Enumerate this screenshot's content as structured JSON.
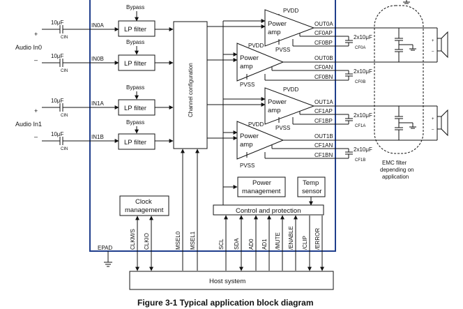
{
  "audio_in0": "Audio In0",
  "audio_in1": "Audio In1",
  "plus": "+",
  "minus": "–",
  "cap_value": "10μF",
  "cin": "CIN",
  "inputs": [
    "IN0A",
    "IN0B",
    "IN1A",
    "IN1B"
  ],
  "bypass": "Bypass",
  "lp_filter": "LP filter",
  "channel_config": "Channel configuration",
  "pvdd": "PVDD",
  "pvss": "PVSS",
  "power_amp_line1": "Power",
  "power_amp_line2": "amp",
  "outputs": [
    "OUT0A",
    "OUT0B",
    "OUT1A",
    "OUT1B"
  ],
  "bootstrap_a": [
    "CF0AP",
    "CF0AN",
    "CF1AP",
    "CF1AN"
  ],
  "bootstrap_b": [
    "CF0BP",
    "CF0BN",
    "CF1BP",
    "CF1BN"
  ],
  "bootstrap_cap": "2x10μF",
  "cf_labels": [
    "CF0A",
    "CF0B",
    "CF1A",
    "CF1B"
  ],
  "emc_note": [
    "EMC filter",
    "depending on",
    "application"
  ],
  "power_management": [
    "Power",
    "management"
  ],
  "temp_sensor": [
    "Temp",
    "sensor"
  ],
  "clock_management": [
    "Clock",
    "management"
  ],
  "control_protection": "Control and protection",
  "epad": "EPAD",
  "host_pins": [
    "CLKM/S",
    "CLKIO",
    "MSEL0",
    "MSEL1",
    "SCL",
    "SDA",
    "AD0",
    "AD1",
    "/MUTE",
    "/ENABLE",
    "/CLIP",
    "/ERROR"
  ],
  "host_system": "Host system",
  "caption": "Figure 3-1 Typical application block diagram"
}
